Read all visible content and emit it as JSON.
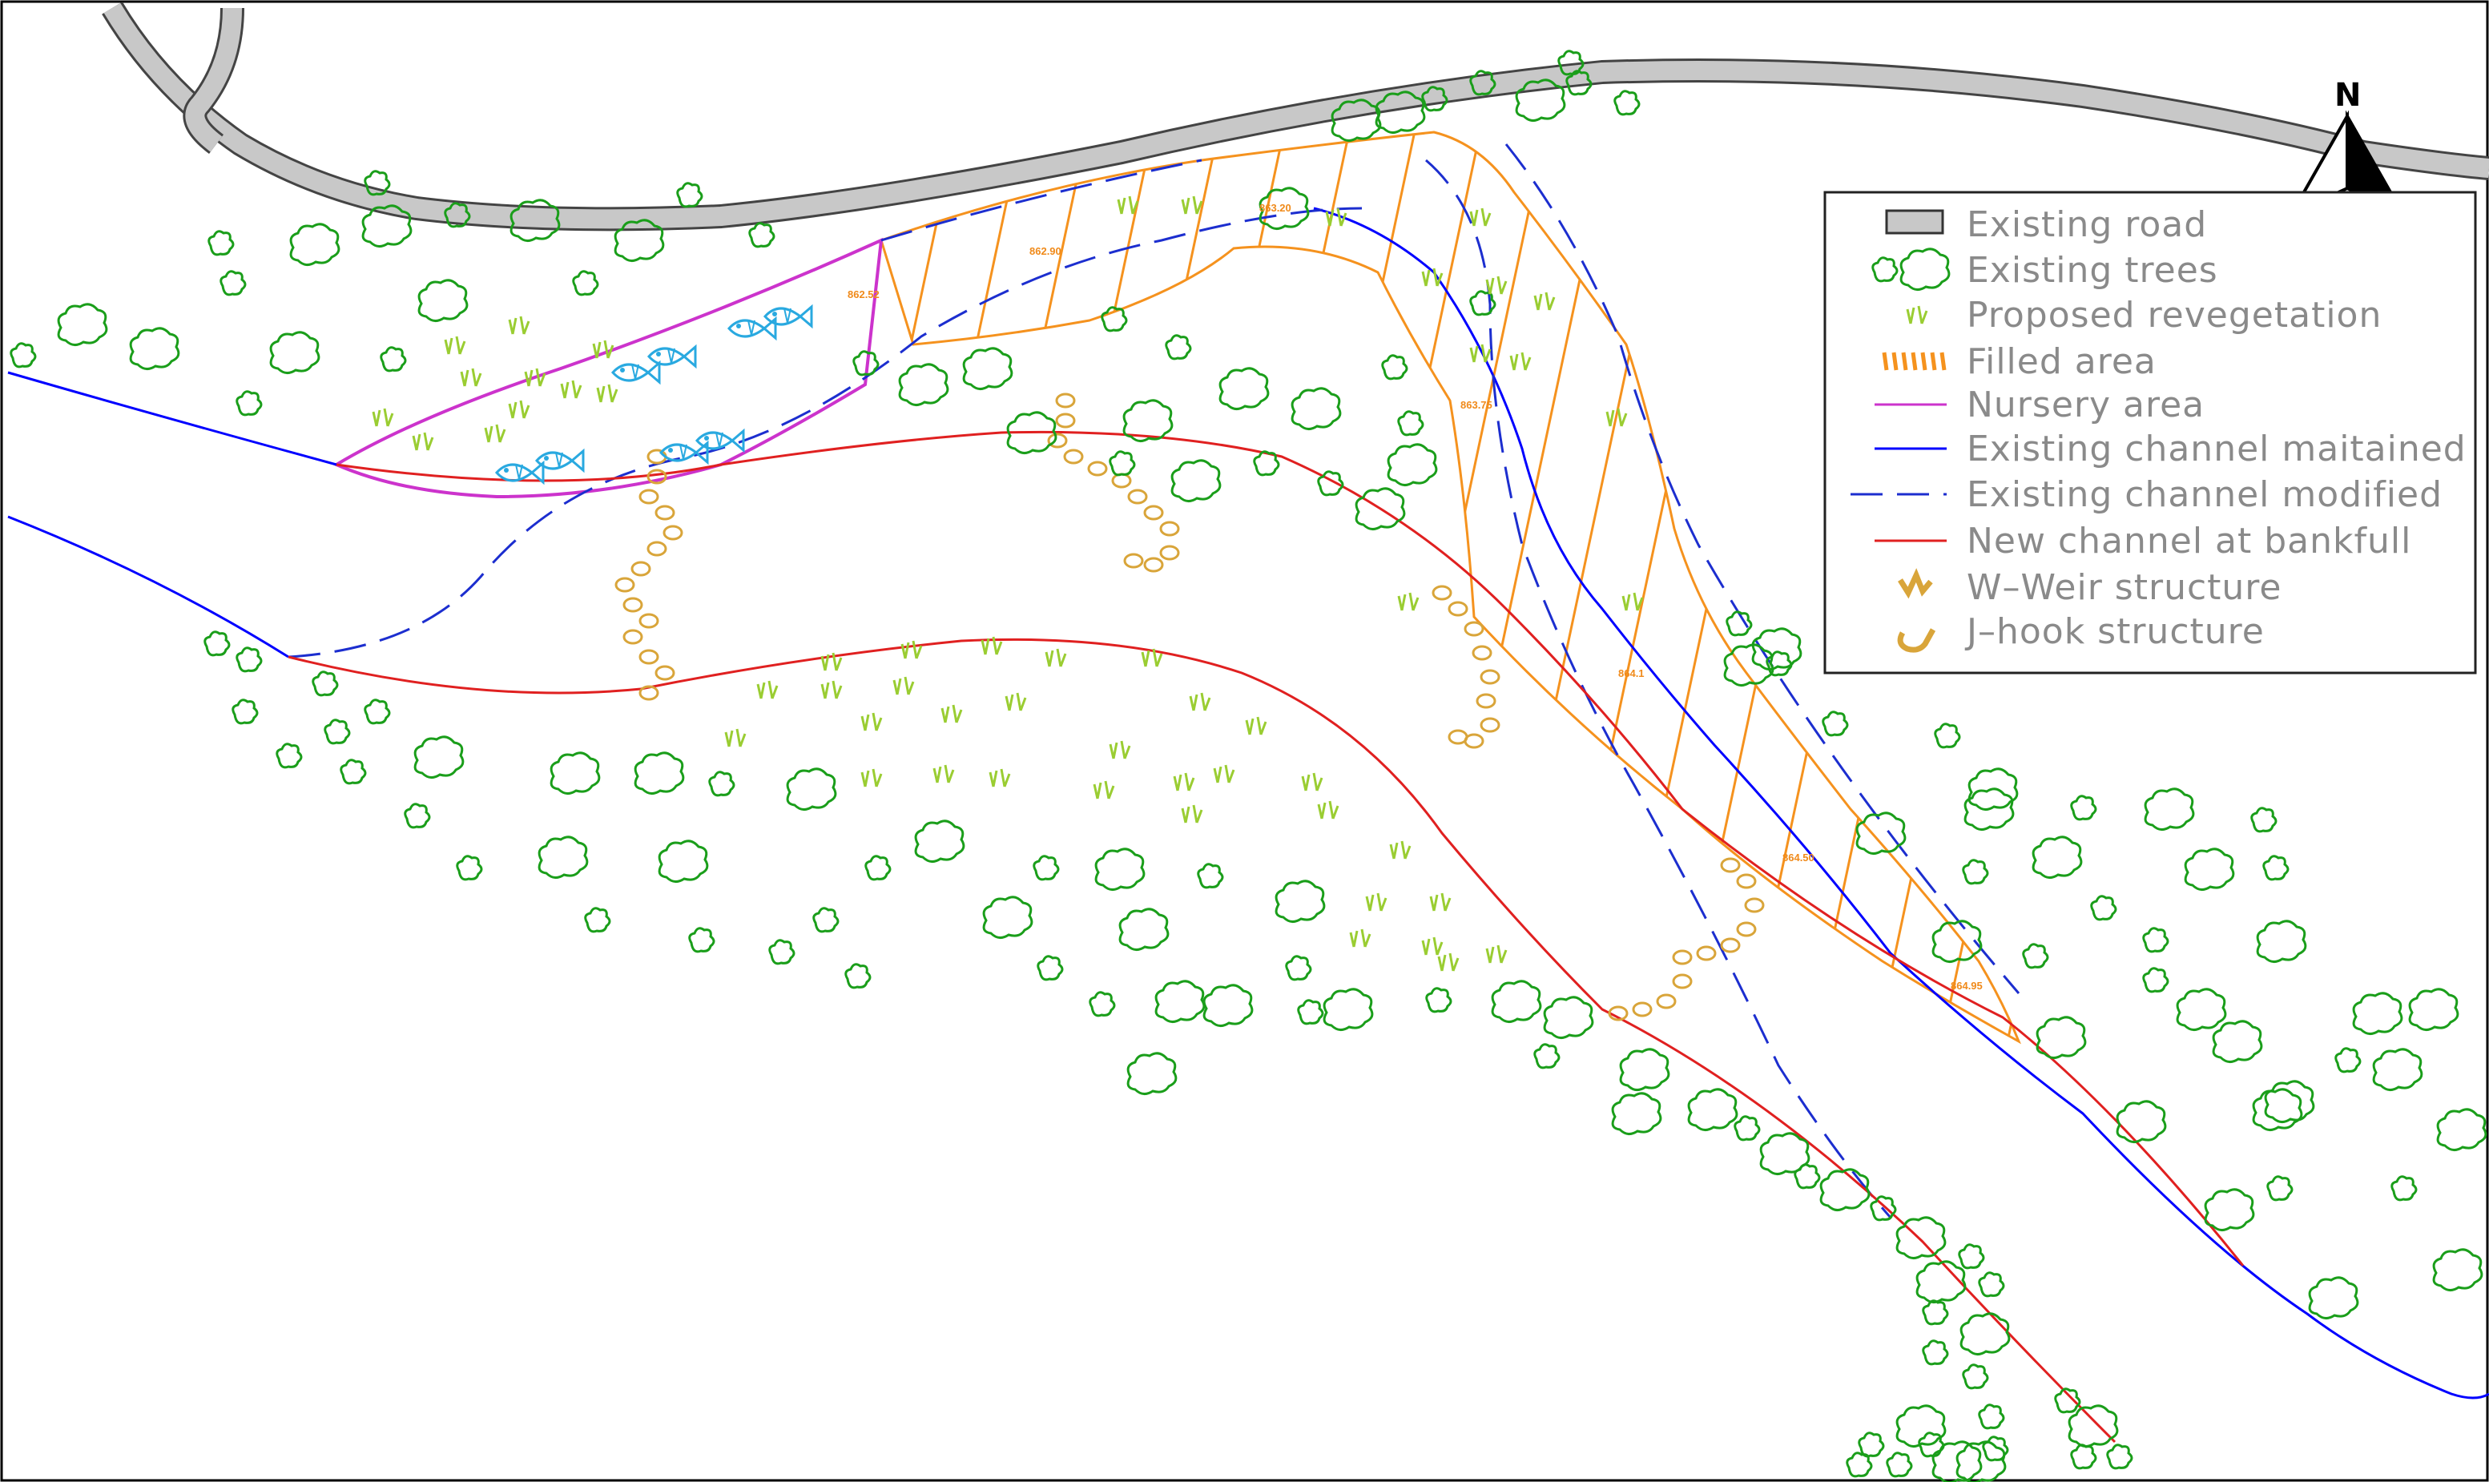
{
  "legend": {
    "items": [
      {
        "key": "road",
        "label": "Existing road"
      },
      {
        "key": "trees",
        "label": "Existing trees"
      },
      {
        "key": "reveg",
        "label": "Proposed revegetation"
      },
      {
        "key": "filled",
        "label": "Filled area"
      },
      {
        "key": "nursery",
        "label": "Nursery area"
      },
      {
        "key": "maintained",
        "label": "Existing channel maitained"
      },
      {
        "key": "modified",
        "label": "Existing channel modified"
      },
      {
        "key": "bankfull",
        "label": "New channel at bankfull"
      },
      {
        "key": "wweir",
        "label": "W–Weir structure"
      },
      {
        "key": "jhook",
        "label": "J–hook structure"
      }
    ]
  },
  "north_arrow": {
    "label": "N"
  },
  "elevations": [
    "862.52",
    "862.90",
    "863.20",
    "863.75",
    "864.1",
    "864.50",
    "864.95"
  ],
  "colors": {
    "road": "#c8c8c8",
    "trees": "#1a9e1a",
    "revegetation": "#9acd32",
    "filled": "#f5921e",
    "nursery": "#cc33cc",
    "maintained": "#0000ff",
    "modified": "#1c2ecf",
    "bankfull": "#e02020",
    "structure": "#d9a53a",
    "fish": "#29a9e0"
  }
}
